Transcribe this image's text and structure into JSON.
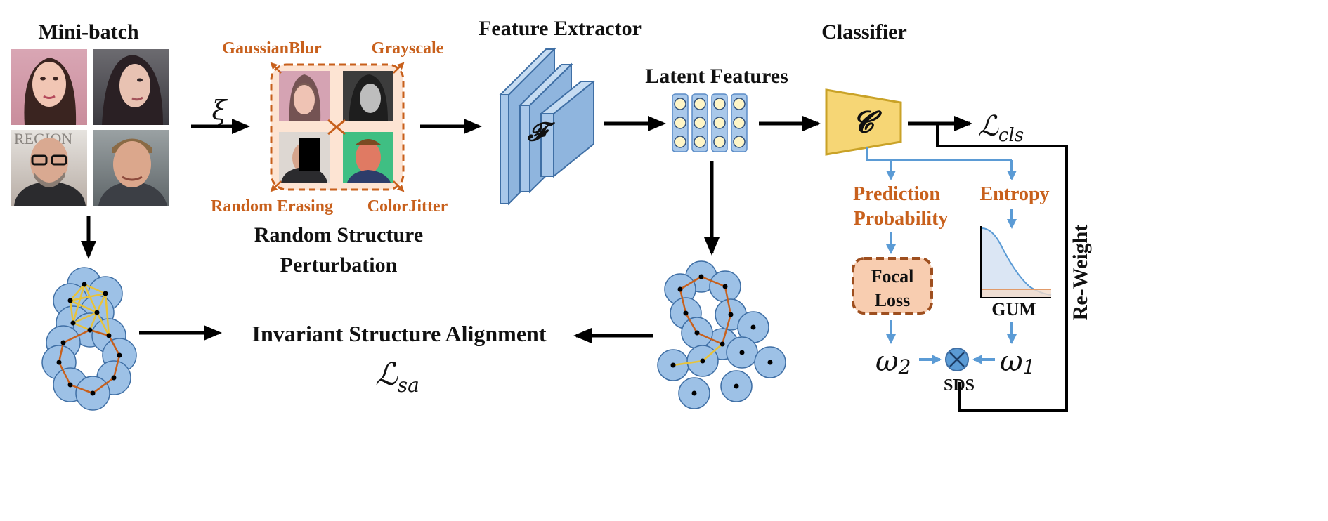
{
  "colors": {
    "orange": "#c8601c",
    "node_fill": "#9dc1e6",
    "node_stroke": "#3f6fa5",
    "blue_arrow": "#5b9bd5",
    "gold": "#e8c33a",
    "classifier_fill": "#f6d675",
    "focal_fill": "#f8cdb0",
    "feature_blue": "#a9c8ea"
  },
  "minibatch": {
    "title": "Mini-batch"
  },
  "perturbation": {
    "xi": "ξ",
    "tl": "GaussianBlur",
    "tr": "Grayscale",
    "bl": "Random Erasing",
    "br": "ColorJitter",
    "caption1": "Random Structure",
    "caption2": "Perturbation"
  },
  "extractor": {
    "title": "Feature Extractor",
    "symbol": "𝓕"
  },
  "latent": {
    "title": "Latent Features"
  },
  "classifier": {
    "title": "Classifier",
    "symbol": "𝓒"
  },
  "loss_cls": {
    "base": "ℒ",
    "sub": "cls"
  },
  "alignment": {
    "title": "Invariant Structure Alignment",
    "base": "ℒ",
    "sub": "sa"
  },
  "branches": {
    "pred1": "Prediction",
    "pred2": "Probability",
    "entropy": "Entropy",
    "focal1": "Focal",
    "focal2": "Loss",
    "gum": "GUM",
    "omega2_base": "ω",
    "omega2_sub": "2",
    "omega1_base": "ω",
    "omega1_sub": "1",
    "sds": "SDS",
    "reweight": "Re-Weight"
  }
}
